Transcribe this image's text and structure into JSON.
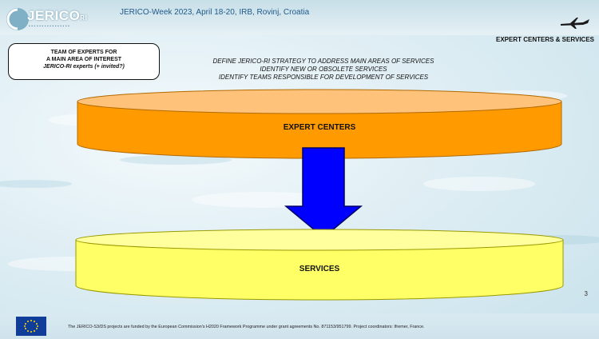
{
  "header": {
    "logo_text": "JERICO",
    "logo_suffix": "RI",
    "event": "JERICO-Week 2023, April 18-20, IRB, Rovinj, Croatia"
  },
  "section_title": "EXPERT CENTERS & SERVICES",
  "team_box": {
    "line1": "TEAM OF EXPERTS FOR",
    "line2": "A MAIN AREA OF INTEREST",
    "line3": "JERICO-RI experts (+ invited?)"
  },
  "objectives": [
    "DEFINE JERICO-RI STRATEGY TO ADDRESS MAIN  AREAS OF SERVICES",
    "IDENTIFY NEW OR OBSOLETE SERVICES",
    "IDENTIFY TEAMS RESPONSIBLE FOR DEVELOPMENT OF SERVICES"
  ],
  "expert_centers": {
    "label": "EXPERT CENTERS",
    "color": "#ff9a00"
  },
  "services": {
    "label": "SERVICES",
    "color": "#ffff66"
  },
  "arrow_color": "#0000ff",
  "page_number": "3",
  "footer": {
    "text": "The JERICO-S3/DS projects are funded by the European Commission's H2020 Framework Programme under grant agreements No. 871153/951799. Project coordinators: Ifremer, France."
  },
  "icons": [
    "jerico-logo-icon",
    "plane-icon",
    "eu-flag-icon"
  ]
}
